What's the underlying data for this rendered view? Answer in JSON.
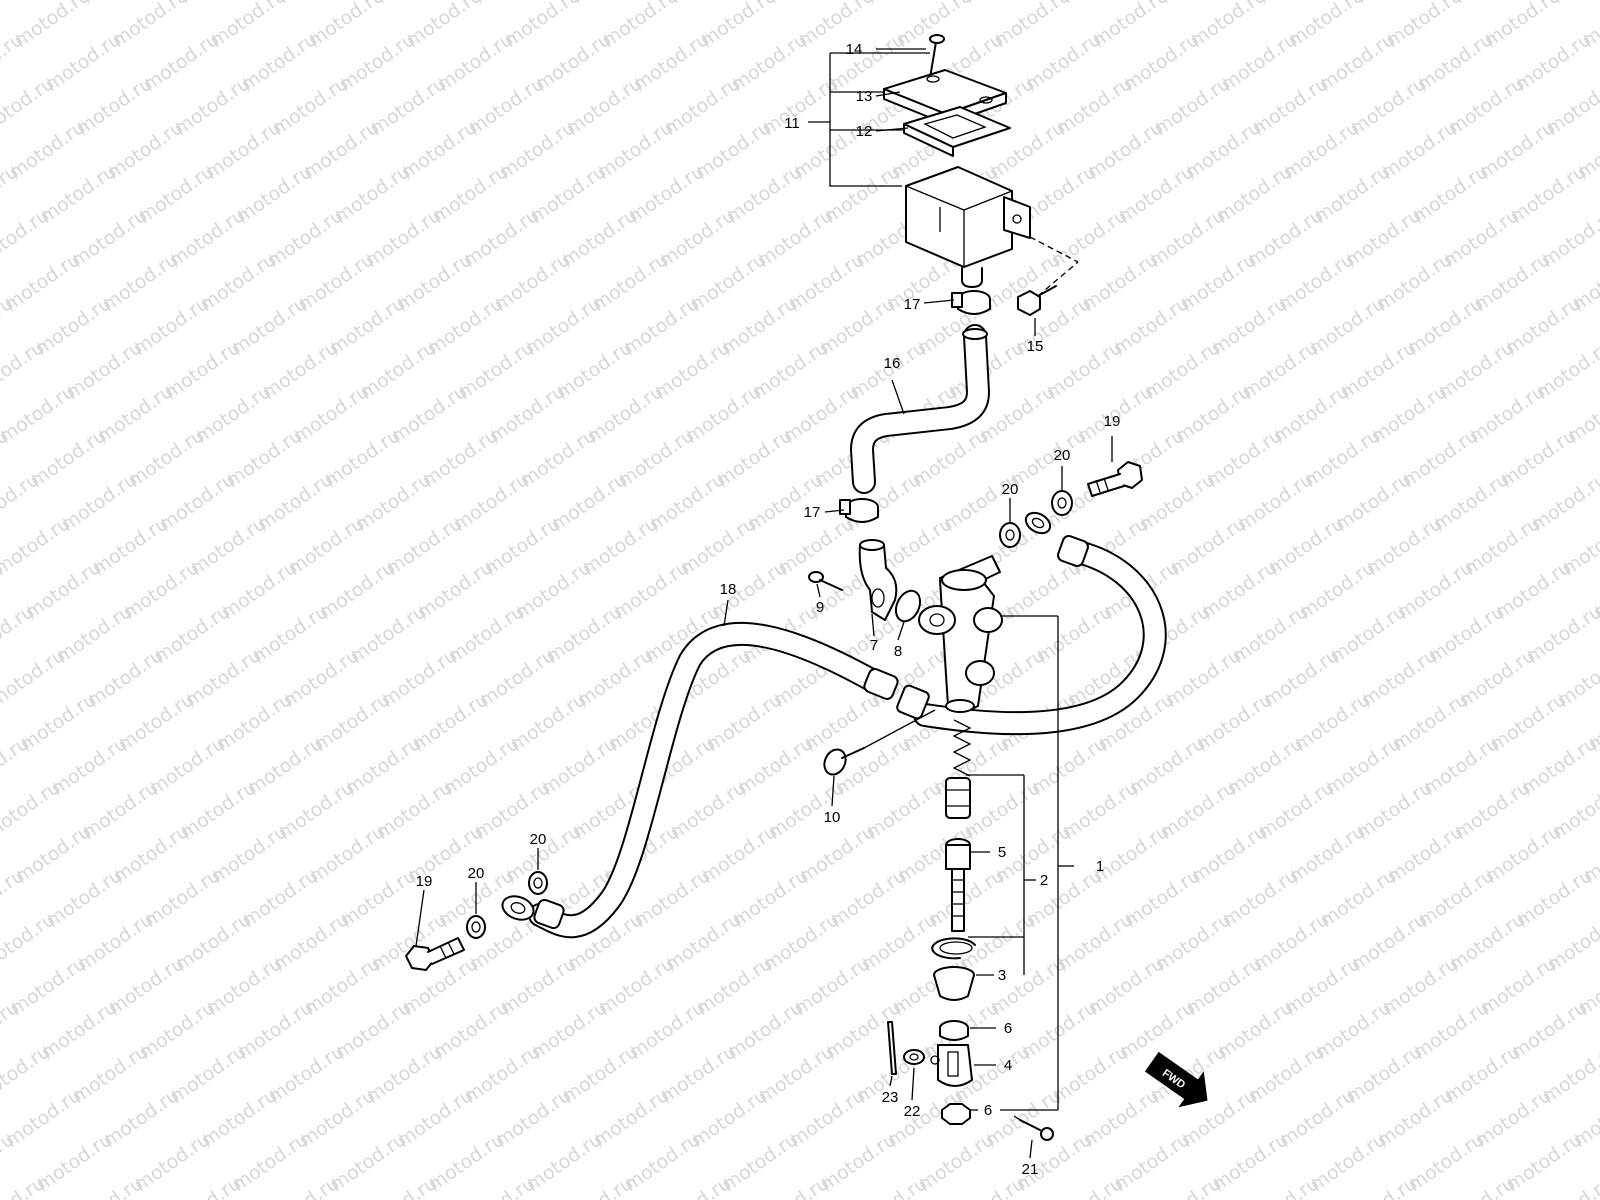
{
  "watermark": {
    "text": "motod.ru",
    "color": "#d6d6d6"
  },
  "fwd_label": "FWD",
  "callouts": {
    "1": "1",
    "2": "2",
    "3": "3",
    "4": "4",
    "5": "5",
    "6a": "6",
    "6b": "6",
    "7": "7",
    "8": "8",
    "9": "9",
    "10": "10",
    "11": "11",
    "12": "12",
    "13": "13",
    "14": "14",
    "15": "15",
    "16": "16",
    "17a": "17",
    "17b": "17",
    "18": "18",
    "19a": "19",
    "19b": "19",
    "20a": "20",
    "20b": "20",
    "20c": "20",
    "20d": "20",
    "21": "21",
    "22": "22",
    "23": "23"
  }
}
